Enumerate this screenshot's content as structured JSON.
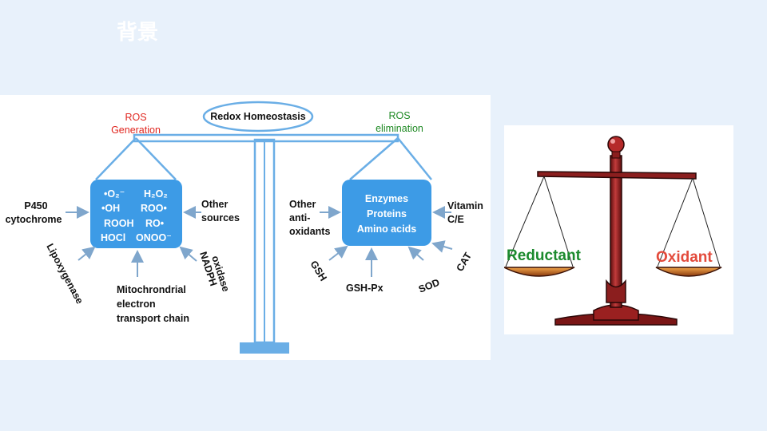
{
  "slide": {
    "title": "背景"
  },
  "left_diagram": {
    "top_label": "Redox Homeostasis",
    "ros_generation": {
      "line1": "ROS",
      "line2": "Generation"
    },
    "ros_elimination": {
      "line1": "ROS",
      "line2": "elimination"
    },
    "ros_box": {
      "row1_left": "•O₂⁻",
      "row1_right": "H₂O₂",
      "row2_left": "•OH",
      "row2_right": "ROO•",
      "row3_left": "ROOH",
      "row3_right": "RO•",
      "row4_left": "HOCl",
      "row4_right": "ONOO⁻"
    },
    "antioxidant_box": {
      "line1": "Enzymes",
      "line2": "Proteins",
      "line3": "Amino acids"
    },
    "sources": {
      "p450_1": "P450",
      "p450_2": "cytochrome",
      "other_1": "Other",
      "other_2": "sources",
      "lipoxygenase": "Lipoxygenase",
      "nadph_1": "NADPH",
      "nadph_2": "oxidase",
      "mito_1": "Mitochrondrial",
      "mito_2": "electron",
      "mito_3": "transport chain"
    },
    "eliminators": {
      "other_1": "Other",
      "other_2": "anti-",
      "other_3": "oxidants",
      "vitamin_1": "Vitamin",
      "vitamin_2": "C/E",
      "gsh": "GSH",
      "gshpx": "GSH-Px",
      "sod": "SOD",
      "cat": "CAT"
    }
  },
  "right_diagram": {
    "reductant": "Reductant",
    "oxidant": "Oxidant"
  },
  "colors": {
    "box_blue": "#3d9be6",
    "beam_blue": "#6aaee6",
    "scale_red": "#8b1e1e",
    "reductant_green": "#1c8a2e",
    "oxidant_red": "#e34b3c"
  }
}
